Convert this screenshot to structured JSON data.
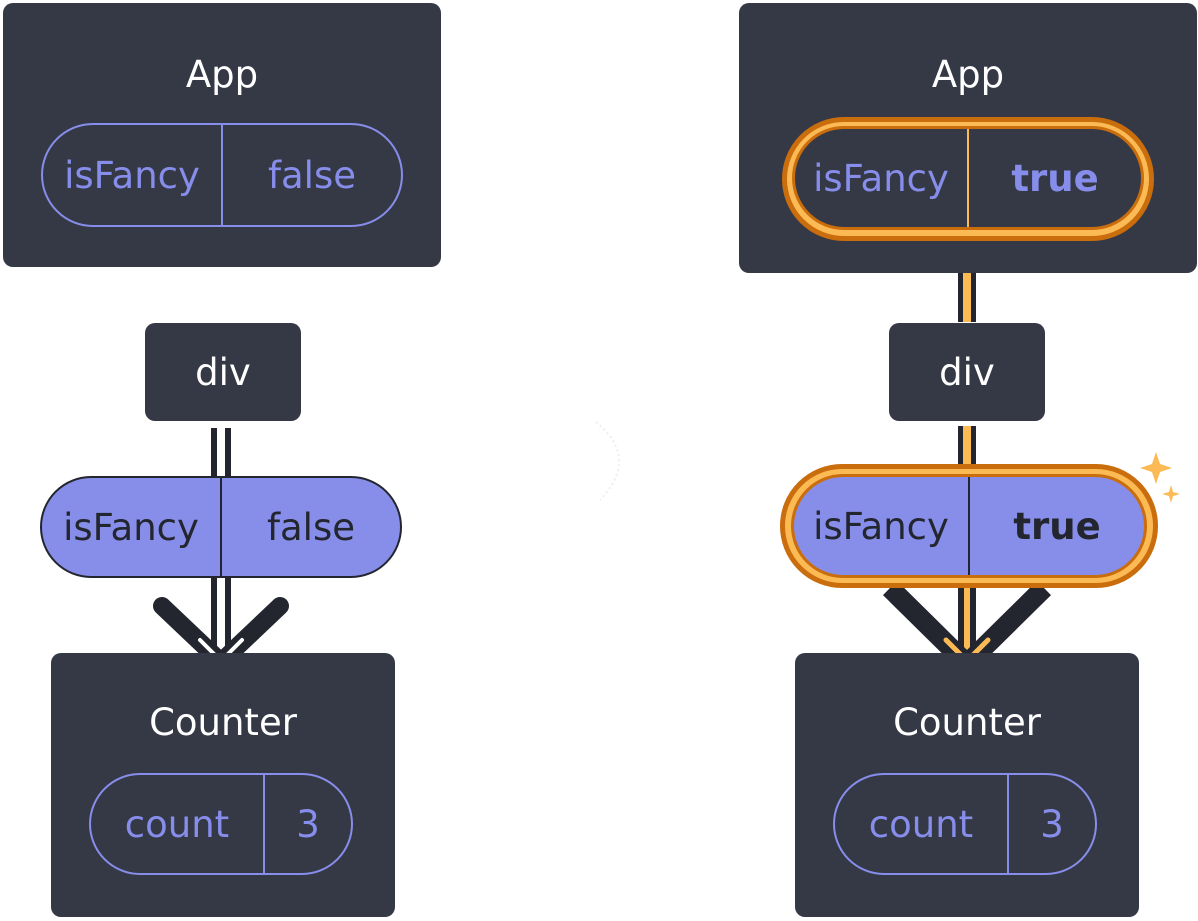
{
  "left": {
    "app": {
      "title": "App",
      "prop_key": "isFancy",
      "prop_value": "false"
    },
    "div": {
      "label": "div"
    },
    "prop": {
      "key": "isFancy",
      "value": "false"
    },
    "counter": {
      "title": "Counter",
      "state_key": "count",
      "state_value": "3"
    }
  },
  "right": {
    "app": {
      "title": "App",
      "prop_key": "isFancy",
      "prop_value": "true"
    },
    "div": {
      "label": "div"
    },
    "prop": {
      "key": "isFancy",
      "value": "true"
    },
    "counter": {
      "title": "Counter",
      "state_key": "count",
      "state_value": "3"
    }
  },
  "colors": {
    "node": "#353946",
    "prop_text": "#878dea",
    "prop_fill": "#878eea",
    "highlight": "#fcba55",
    "highlight_border": "#c96d0d",
    "arrow_dark": "#23262f"
  },
  "icons": [
    "sparkle-icon"
  ]
}
